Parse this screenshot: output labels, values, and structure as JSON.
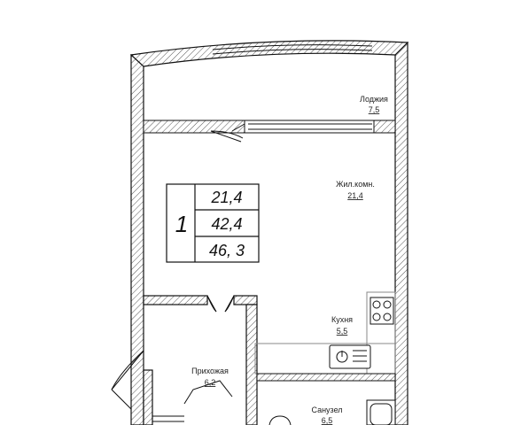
{
  "rooms": [
    {
      "name": "Лоджия",
      "area": "7,5"
    },
    {
      "name": "Жил.комн.",
      "area": "21,4"
    },
    {
      "name": "Кухня",
      "area": "5,5"
    },
    {
      "name": "Прихожая",
      "area": "6,2"
    },
    {
      "name": "Санузел",
      "area": "6,5"
    }
  ],
  "summary": {
    "room_count": "1",
    "living_area": "21,4",
    "total_area": "42,4",
    "total_area_with_loggia": "46, 3"
  }
}
